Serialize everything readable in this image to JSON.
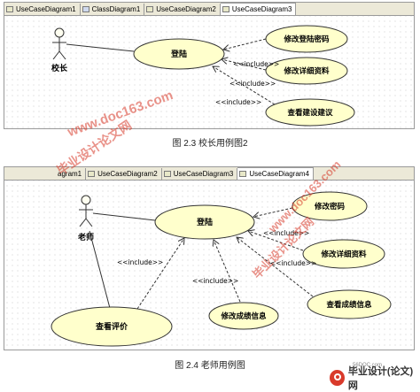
{
  "diagram1": {
    "tabs": [
      "UseCaseDiagram1",
      "ClassDiagram1",
      "UseCaseDiagram2",
      "UseCaseDiagram3"
    ],
    "active_tab": 3,
    "actor": "校长",
    "usecases": {
      "login": "登陆",
      "edit_password": "修改登陆密码",
      "edit_profile": "修改详细资料",
      "view_suggestions": "查看建设建议"
    },
    "include_label": "<<include>>",
    "caption": "图 2.3 校长用例图2"
  },
  "diagram2": {
    "tabs": [
      "agram1",
      "UseCaseDiagram2",
      "UseCaseDiagram3",
      "UseCaseDiagram4"
    ],
    "active_tab": 3,
    "actor": "老师",
    "usecases": {
      "login": "登陆",
      "edit_password": "修改密码",
      "edit_profile": "修改详细资料",
      "view_scores": "查看成绩信息",
      "edit_scores": "修改成绩信息",
      "view_evaluation": "查看评价"
    },
    "include_label": "<<include>>",
    "caption": "图 2.4 老师用例图"
  },
  "watermarks": {
    "top": "www.doc163.com",
    "mid": "毕业设计论文网",
    "right1": "www.doc163.com",
    "right2": "毕业设计论文网"
  },
  "logo": {
    "url": "56DOC.com",
    "text": "毕业设计(论文)网"
  },
  "colors": {
    "usecase_fill": "#ffffcc",
    "watermark": "#d83a2a",
    "logo": "#d93a2b"
  }
}
